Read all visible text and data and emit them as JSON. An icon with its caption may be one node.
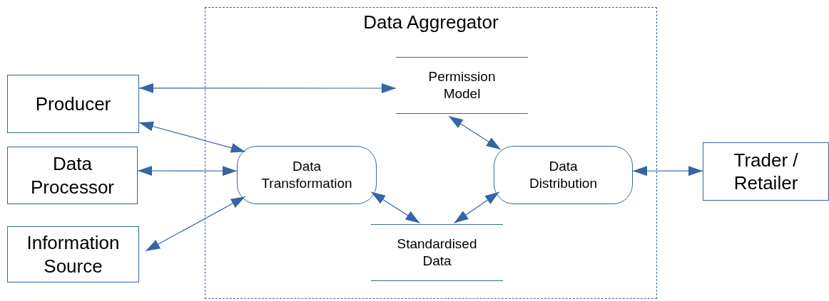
{
  "diagram": {
    "nodes": [
      {
        "text": [
          "Data Aggregator"
        ]
      },
      {
        "text": [
          "Producer"
        ]
      },
      {
        "text": [
          "Data Processor"
        ]
      },
      {
        "text": [
          "Information Source"
        ]
      },
      {
        "text": [
          "Permission Model"
        ],
        "in": 0
      },
      {
        "text": [
          "Data Transformation"
        ],
        "in": 0
      },
      {
        "text": [
          "Data Distribution"
        ],
        "in": 0
      },
      {
        "text": [
          "Standardised Data"
        ],
        "in": 0
      },
      {
        "text": [
          "Trader / Retailer"
        ]
      }
    ],
    "edges": [
      {
        "from": 1,
        "to": 4,
        "arrow": "both"
      },
      {
        "from": 1,
        "to": 5,
        "arrow": "both"
      },
      {
        "from": 2,
        "to": 5,
        "arrow": "both"
      },
      {
        "from": 3,
        "to": 5,
        "arrow": "both"
      },
      {
        "from": 4,
        "to": 6,
        "arrow": "both"
      },
      {
        "from": 5,
        "to": 7,
        "arrow": "both"
      },
      {
        "from": 7,
        "to": 6,
        "arrow": "both"
      },
      {
        "from": 6,
        "to": 8,
        "arrow": "both"
      }
    ]
  }
}
